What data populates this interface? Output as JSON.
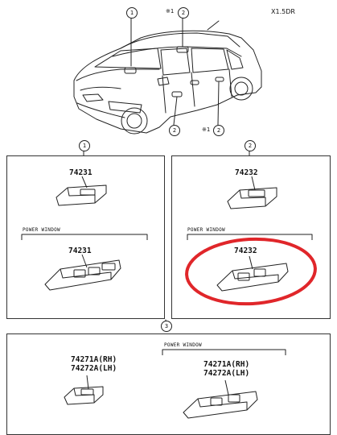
{
  "scale": "X1.5DR",
  "callouts": {
    "c1_top": "1",
    "c2_top": "2",
    "c2_top_prefix": "※1",
    "c2_bottom_left": "2",
    "c2_bottom_right": "2",
    "c2_bottom_right_prefix": "※1",
    "sec1": "1",
    "sec2": "2",
    "sec3": "3"
  },
  "panel1": {
    "part_top": "74231",
    "label_power_window": "POWER WINDOW",
    "part_power_window": "74231"
  },
  "panel2": {
    "part_top": "74232",
    "label_power_window": "POWER WINDOW",
    "part_power_window": "74232"
  },
  "panel3": {
    "left_part_rh": "74271A(RH)",
    "left_part_lh": "74272A(LH)",
    "label_power_window": "POWER WINDOW",
    "right_part_rh": "74271A(RH)",
    "right_part_lh": "74272A(LH)"
  },
  "colors": {
    "highlight": "#e0262a",
    "line": "#222222"
  }
}
